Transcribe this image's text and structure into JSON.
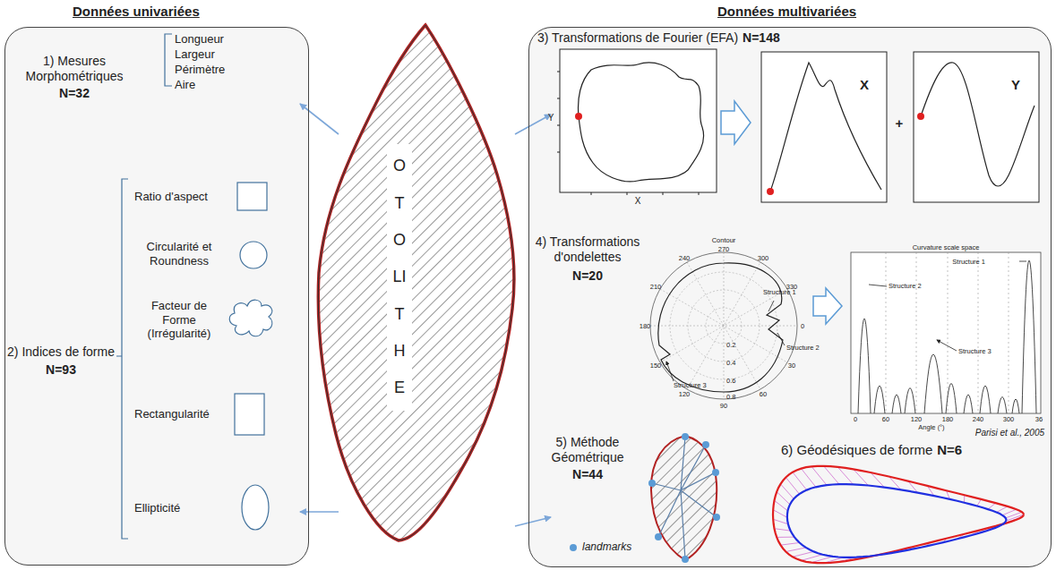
{
  "diagram": {
    "nodes": [
      {
        "text": [
          "Données univariées"
        ]
      },
      {
        "text": [
          "Données multivariées"
        ]
      },
      {
        "text": [
          "OTOLITHE"
        ]
      }
    ],
    "edges": [
      {
        "from": 2,
        "to": 0,
        "arrow": "to"
      },
      {
        "from": 2,
        "to": 0,
        "arrow": "to"
      },
      {
        "from": 2,
        "to": 1,
        "arrow": "to"
      },
      {
        "from": 2,
        "to": 1,
        "arrow": "to"
      }
    ],
    "labels": [
      "1) Mesures Morphométriques",
      "N=32",
      "Longueur",
      "Largeur",
      "Périmètre",
      "Aire",
      "2) Indices de forme",
      "N=93",
      "Ratio d'aspect",
      "Circularité et Roundness",
      "Facteur de Forme (Irrégularité)",
      "Rectangularité",
      "Ellipticité",
      "3) Transformations de Fourier (EFA)",
      "N=148",
      "Y",
      "X",
      "X",
      "+",
      "Y",
      "4) Transformations d'ondelettes",
      "N=20",
      "Contour",
      "270",
      "300",
      "330",
      "0",
      "30",
      "60",
      "90",
      "120",
      "150",
      "180",
      "210",
      "240",
      "0.2",
      "0.4",
      "0.6",
      "0.8",
      "Structure 1",
      "Structure 2",
      "Structure 3",
      "Curvature scale space",
      "Structure 1",
      "Structure 2",
      "Structure 3",
      "0",
      "60",
      "120",
      "180",
      "240",
      "300",
      "36",
      "Angle (°)",
      "Parisi et al., 2005",
      "5) Méthode Géométrique",
      "N=44",
      "landmarks",
      "6) Géodésiques de forme",
      "N=6"
    ]
  }
}
